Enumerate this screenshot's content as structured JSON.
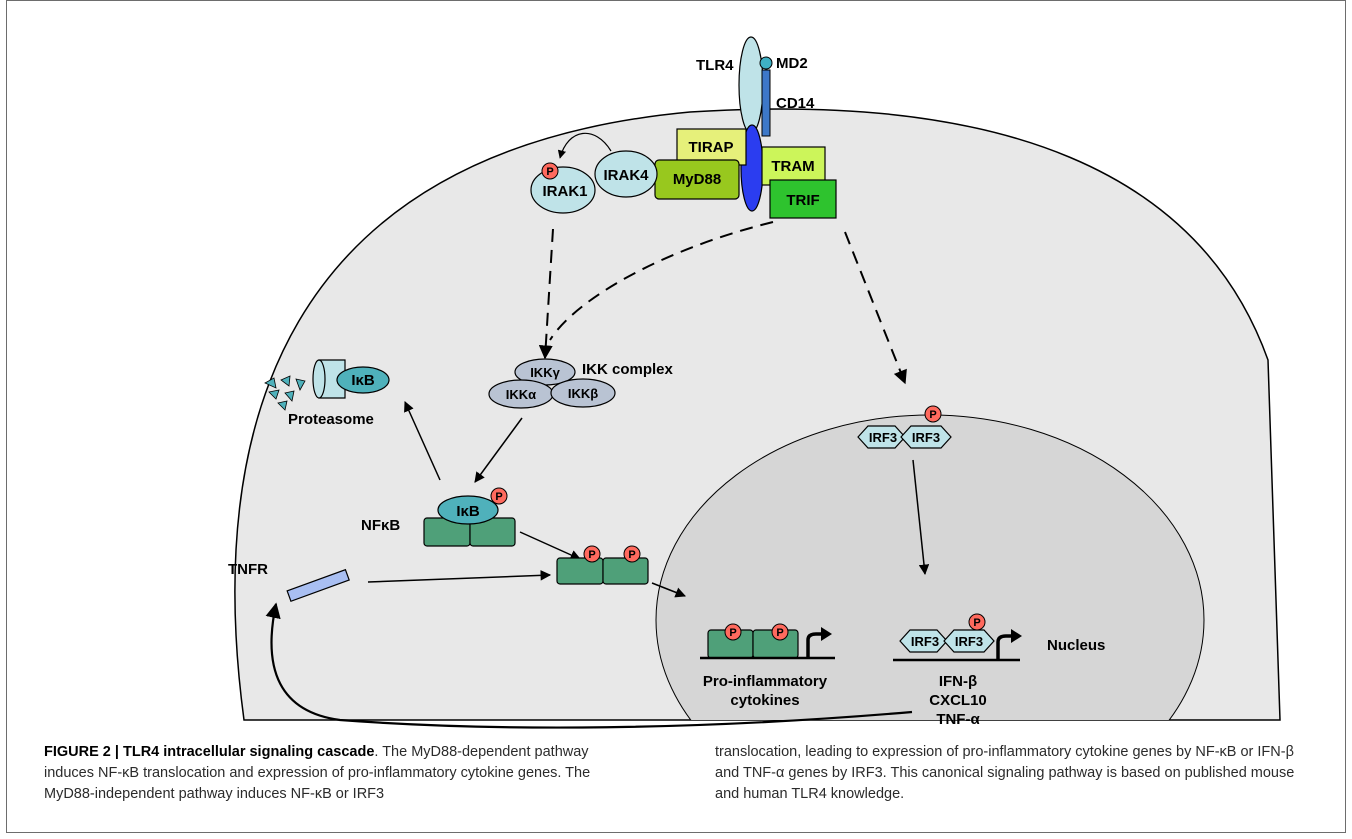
{
  "figure": {
    "labels": {
      "tlr4": "TLR4",
      "md2": "MD2",
      "cd14": "CD14",
      "tirap": "TIRAP",
      "myd88": "MyD88",
      "tram": "TRAM",
      "trif": "TRIF",
      "irak4": "IRAK4",
      "irak1": "IRAK1",
      "phospho": "P",
      "ikk_gamma": "IKKγ",
      "ikk_alpha": "IKKα",
      "ikk_beta": "IKKβ",
      "ikk_complex": "IKK complex",
      "ikb_proteasome": "IκB",
      "proteasome": "Proteasome",
      "ikb_complex": "IκB",
      "nfkb": "NFκB",
      "irf3": "IRF3",
      "tnfr": "TNFR",
      "pro_inflammatory_1": "Pro-inflammatory",
      "pro_inflammatory_2": "cytokines",
      "ifn_beta": "IFN-β",
      "cxcl10": "CXCL10",
      "tnf_alpha": "TNF-α",
      "nucleus": "Nucleus"
    },
    "colors": {
      "cell": "#e8e8e8",
      "nucleus": "#d6d6d6",
      "tlr4": "#bfe3e8",
      "membrane_receptor": "#2b3df0",
      "cd14": "#3d78c8",
      "tirap": "#e6f07a",
      "myd88": "#98c81e",
      "tram": "#ccf55a",
      "trif": "#2ec32e",
      "irak": "#bfe3e8",
      "ikk": "#b9c3d3",
      "ikb": "#4fb1bb",
      "nfkb": "#4fa079",
      "irf3": "#bfe3e8",
      "phospho": "#ff6a5e",
      "tnfr": "#a9bff2"
    }
  },
  "caption": {
    "title": "FIGURE 2 | TLR4 intracellular signaling cascade",
    "left_text": ". The MyD88-dependent pathway induces NF-κB translocation and expression of pro-inflammatory cytokine genes. The MyD88-independent pathway induces NF-κB or IRF3",
    "right_text": "translocation, leading to expression of pro-inflammatory cytokine genes by NF-κB or IFN-β and TNF-α genes by IRF3. This canonical signaling pathway is based on published mouse and human TLR4 knowledge."
  }
}
